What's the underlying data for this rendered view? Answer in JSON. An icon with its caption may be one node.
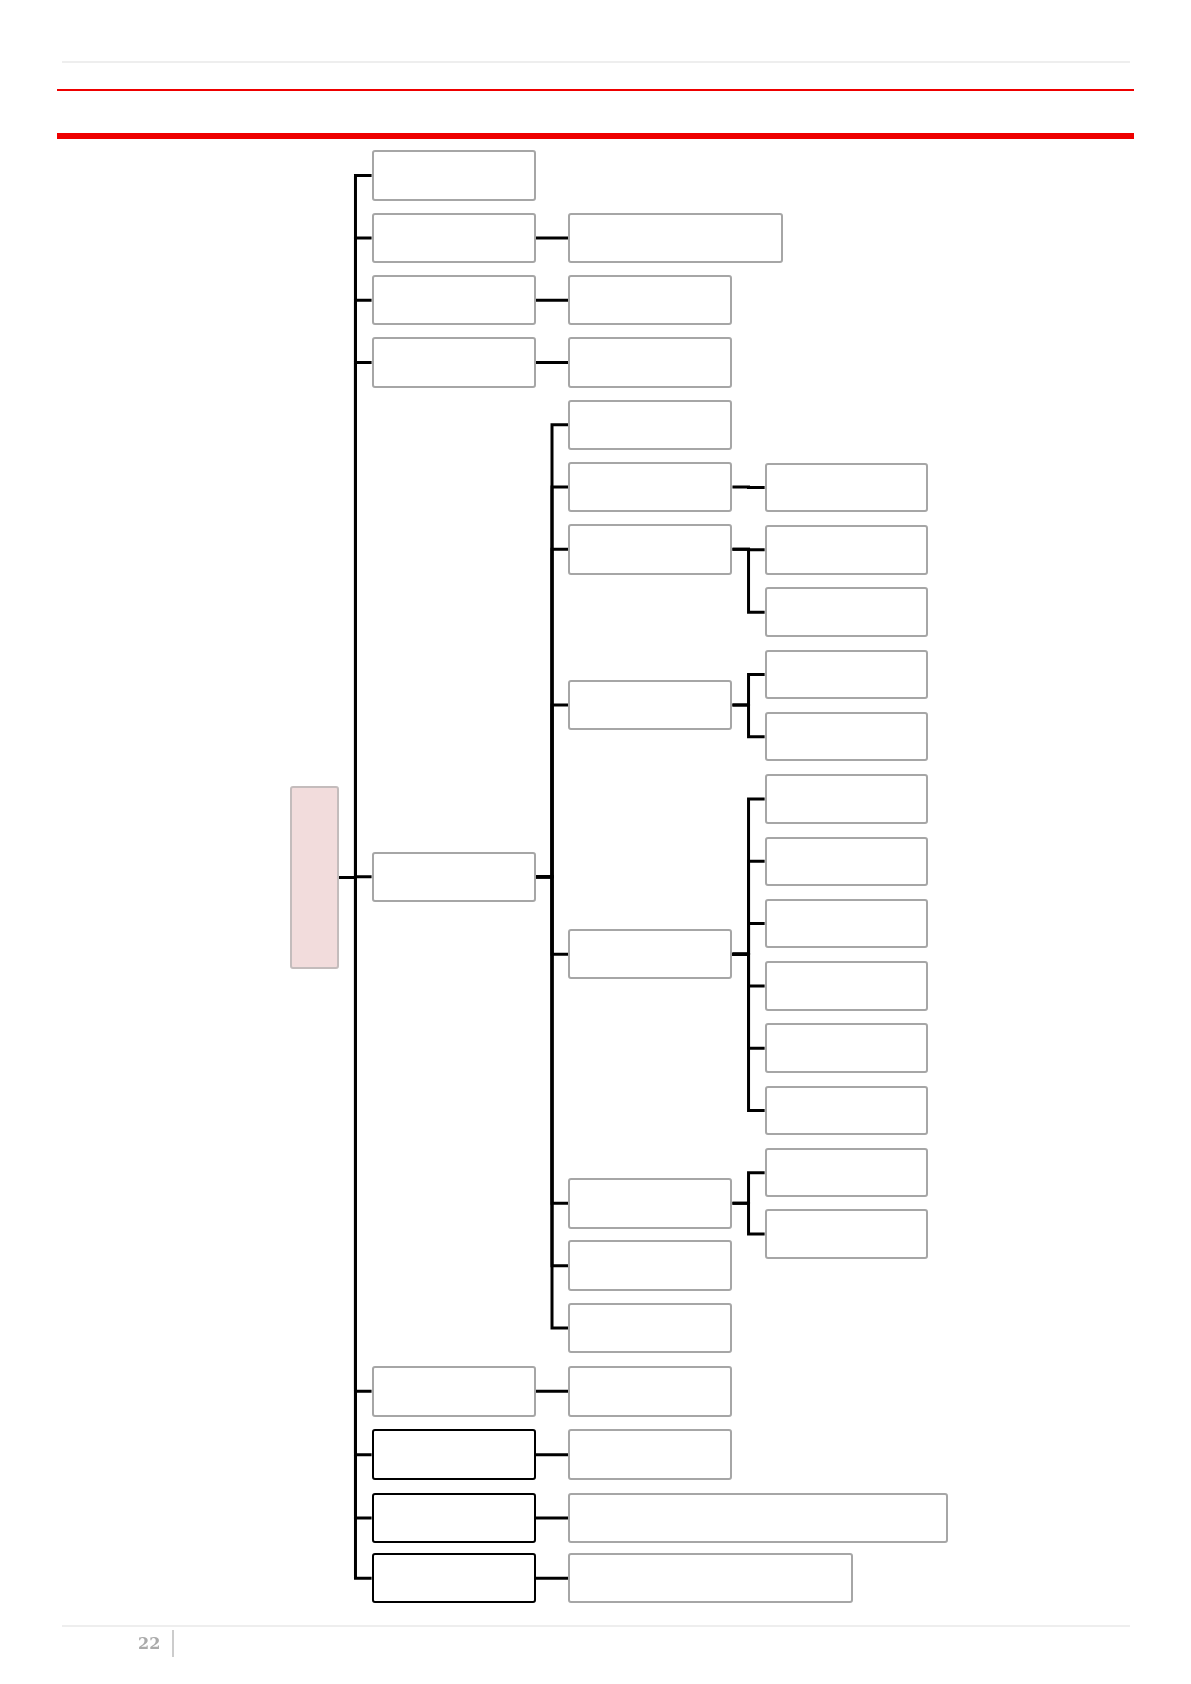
{
  "diagram": {
    "nodes": [
      {
        "text": [],
        "shape": "box"
      },
      {
        "text": [],
        "shape": "box"
      },
      {
        "text": [],
        "shape": "box"
      },
      {
        "text": [],
        "shape": "box"
      },
      {
        "text": [],
        "shape": "box"
      },
      {
        "text": [],
        "shape": "box"
      },
      {
        "text": [],
        "shape": "box"
      },
      {
        "text": [],
        "shape": "box"
      },
      {
        "text": [],
        "shape": "box"
      },
      {
        "text": [],
        "shape": "box"
      },
      {
        "text": [],
        "shape": "box"
      },
      {
        "text": [],
        "shape": "box"
      },
      {
        "text": [],
        "shape": "box"
      },
      {
        "text": [],
        "shape": "box"
      },
      {
        "text": [],
        "shape": "box"
      },
      {
        "text": [],
        "shape": "box"
      },
      {
        "text": [],
        "shape": "box"
      },
      {
        "text": [],
        "shape": "box"
      },
      {
        "text": [],
        "shape": "box"
      },
      {
        "text": [],
        "shape": "box"
      },
      {
        "text": [],
        "shape": "box"
      },
      {
        "text": [],
        "shape": "box"
      },
      {
        "text": [],
        "shape": "box"
      },
      {
        "text": [],
        "shape": "box"
      },
      {
        "text": [],
        "shape": "box"
      },
      {
        "text": [],
        "shape": "box"
      },
      {
        "text": [],
        "shape": "box"
      },
      {
        "text": [],
        "shape": "box"
      },
      {
        "text": [],
        "shape": "box"
      },
      {
        "text": [],
        "shape": "box"
      },
      {
        "text": [],
        "shape": "box"
      },
      {
        "text": [],
        "shape": "box"
      },
      {
        "text": [],
        "shape": "box"
      },
      {
        "text": [],
        "shape": "box"
      },
      {
        "text": [],
        "shape": "box"
      },
      {
        "text": [],
        "shape": "box"
      },
      {
        "text": [],
        "shape": "box"
      },
      {
        "text": [],
        "shape": "box"
      }
    ],
    "edges": [
      {
        "from": 0,
        "to": 1,
        "arrow": "none"
      },
      {
        "from": 0,
        "to": 2,
        "arrow": "none"
      },
      {
        "from": 2,
        "to": 3,
        "arrow": "none"
      },
      {
        "from": 0,
        "to": 4,
        "arrow": "none"
      },
      {
        "from": 4,
        "to": 5,
        "arrow": "none"
      },
      {
        "from": 0,
        "to": 6,
        "arrow": "none"
      },
      {
        "from": 6,
        "to": 7,
        "arrow": "none"
      },
      {
        "from": 0,
        "to": 8,
        "arrow": "none"
      },
      {
        "from": 8,
        "to": 9,
        "arrow": "none"
      },
      {
        "from": 8,
        "to": 10,
        "arrow": "none"
      },
      {
        "from": 10,
        "to": 11,
        "arrow": "none"
      },
      {
        "from": 8,
        "to": 12,
        "arrow": "none"
      },
      {
        "from": 12,
        "to": 13,
        "arrow": "none"
      },
      {
        "from": 12,
        "to": 14,
        "arrow": "none"
      },
      {
        "from": 8,
        "to": 15,
        "arrow": "none"
      },
      {
        "from": 15,
        "to": 16,
        "arrow": "none"
      },
      {
        "from": 15,
        "to": 17,
        "arrow": "none"
      },
      {
        "from": 8,
        "to": 18,
        "arrow": "none"
      },
      {
        "from": 18,
        "to": 19,
        "arrow": "none"
      },
      {
        "from": 18,
        "to": 20,
        "arrow": "none"
      },
      {
        "from": 18,
        "to": 21,
        "arrow": "none"
      },
      {
        "from": 18,
        "to": 22,
        "arrow": "none"
      },
      {
        "from": 18,
        "to": 23,
        "arrow": "none"
      },
      {
        "from": 18,
        "to": 24,
        "arrow": "none"
      },
      {
        "from": 8,
        "to": 25,
        "arrow": "none"
      },
      {
        "from": 25,
        "to": 26,
        "arrow": "none"
      },
      {
        "from": 25,
        "to": 27,
        "arrow": "none"
      },
      {
        "from": 8,
        "to": 28,
        "arrow": "none"
      },
      {
        "from": 8,
        "to": 29,
        "arrow": "none"
      },
      {
        "from": 0,
        "to": 30,
        "arrow": "none"
      },
      {
        "from": 30,
        "to": 31,
        "arrow": "none"
      },
      {
        "from": 0,
        "to": 32,
        "arrow": "none"
      },
      {
        "from": 32,
        "to": 33,
        "arrow": "none"
      },
      {
        "from": 0,
        "to": 34,
        "arrow": "none"
      },
      {
        "from": 34,
        "to": 35,
        "arrow": "none"
      },
      {
        "from": 0,
        "to": 36,
        "arrow": "none"
      },
      {
        "from": 36,
        "to": 37,
        "arrow": "none"
      }
    ],
    "labels": [
      "22"
    ]
  }
}
